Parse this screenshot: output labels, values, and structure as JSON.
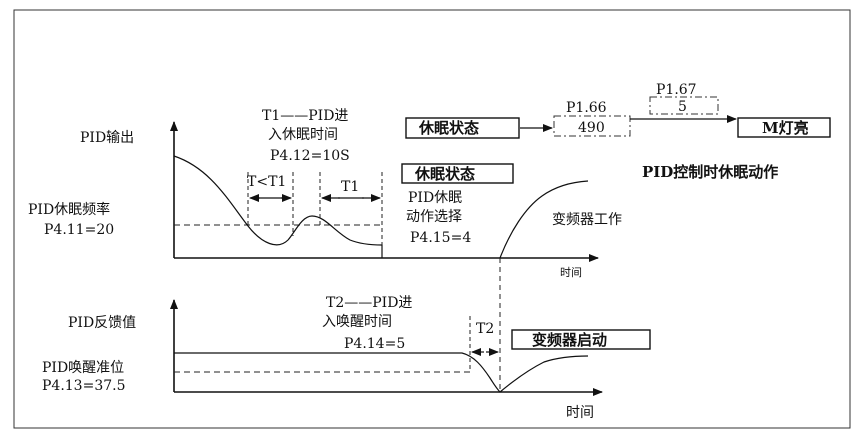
{
  "top_chart": {
    "y_label": "PID输出",
    "x_label": "时间",
    "sleep_level_label": "PID休眠频率",
    "sleep_level_param": "P4.11=20",
    "t1_annotation_line1": "T1——PID进",
    "t1_annotation_line2": "入休眠时间",
    "t1_annotation_line3": "P4.12=10S",
    "t_less_label": "T<T1",
    "t1_label": "T1",
    "sleep_state_label": "休眠状态",
    "sleep_action_line1": "PID休眠",
    "sleep_action_line2": "动作选择",
    "sleep_action_line3": "P4.15=4",
    "vfd_working_label": "变频器工作"
  },
  "bottom_chart": {
    "y_label": "PID反馈值",
    "x_label": "时间",
    "wake_level_label": "PID唤醒准位",
    "wake_level_param": "P4.13=37.5",
    "t2_annotation_line1": "T2——PID进",
    "t2_annotation_line2": "入唤醒时间",
    "t2_annotation_line3": "P4.14=5",
    "t2_label": "T2",
    "vfd_start_label": "变频器启动"
  },
  "flow": {
    "sleep_state_box": "休眠状态",
    "p166_label": "P1.66",
    "p166_value": "490",
    "p167_label": "P1.67",
    "p167_value": "5",
    "m_light_box": "M灯亮",
    "title": "PID控制时休眠动作"
  }
}
